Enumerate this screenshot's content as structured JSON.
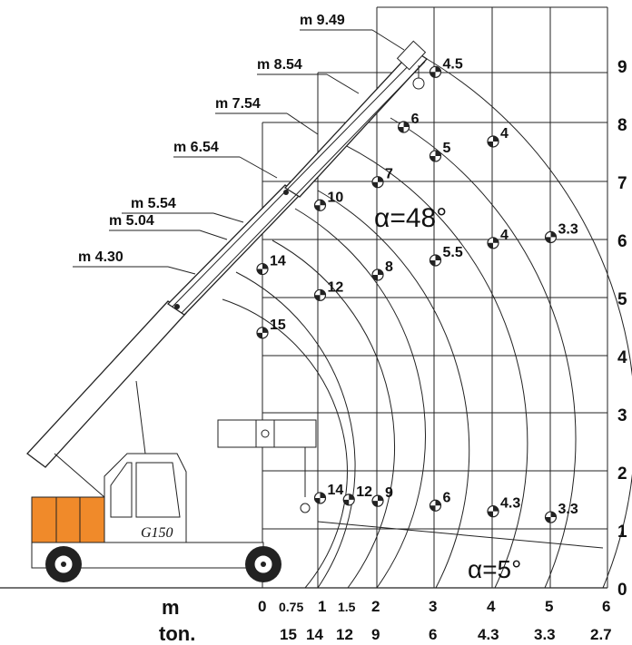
{
  "boom_lengths": [
    "m 9.49",
    "m 8.54",
    "m 7.54",
    "m 6.54",
    "m 5.54",
    "m 5.04",
    "m 4.30"
  ],
  "height_ticks": [
    "0",
    "1",
    "2",
    "3",
    "4",
    "5",
    "6",
    "7",
    "8",
    "9"
  ],
  "radius_label": "m",
  "radius_ticks": [
    "0",
    "0.75",
    "1",
    "1.5",
    "2",
    "3",
    "4",
    "5",
    "6"
  ],
  "load_label": "ton.",
  "load_ticks": [
    "15",
    "14",
    "12",
    "9",
    "6",
    "4.3",
    "3.3",
    "2.7"
  ],
  "angle_high": "α=48°",
  "angle_low": "α=5°",
  "load_points_48": [
    {
      "label": "4.5",
      "r": 3,
      "h": 8.9
    },
    {
      "label": "6",
      "r": 2.45,
      "h": 7.95
    },
    {
      "label": "5",
      "r": 3,
      "h": 7.45
    },
    {
      "label": "4",
      "r": 4,
      "h": 7.7
    },
    {
      "label": "7",
      "r": 2,
      "h": 7.0
    },
    {
      "label": "10",
      "r": 1,
      "h": 6.6
    },
    {
      "label": "4",
      "r": 4,
      "h": 5.95
    },
    {
      "label": "3.3",
      "r": 5,
      "h": 6.05
    },
    {
      "label": "14",
      "r": 0,
      "h": 5.5
    },
    {
      "label": "12",
      "r": 1,
      "h": 5.05
    },
    {
      "label": "8",
      "r": 2,
      "h": 5.4
    },
    {
      "label": "5.5",
      "r": 3,
      "h": 5.65
    },
    {
      "label": "15",
      "r": 0,
      "h": 4.4
    }
  ],
  "load_points_5": [
    {
      "label": "14",
      "r": 1,
      "h": 1.55
    },
    {
      "label": "12",
      "r": 1.5,
      "h": 1.52
    },
    {
      "label": "9",
      "r": 2,
      "h": 1.5
    },
    {
      "label": "6",
      "r": 3,
      "h": 1.42
    },
    {
      "label": "4.3",
      "r": 4,
      "h": 1.32
    },
    {
      "label": "3.3",
      "r": 5,
      "h": 1.22
    }
  ],
  "truck_model": "G150",
  "colors": {
    "counterweight": "#f08a2a",
    "lines": "#222222",
    "background": "#ffffff"
  }
}
